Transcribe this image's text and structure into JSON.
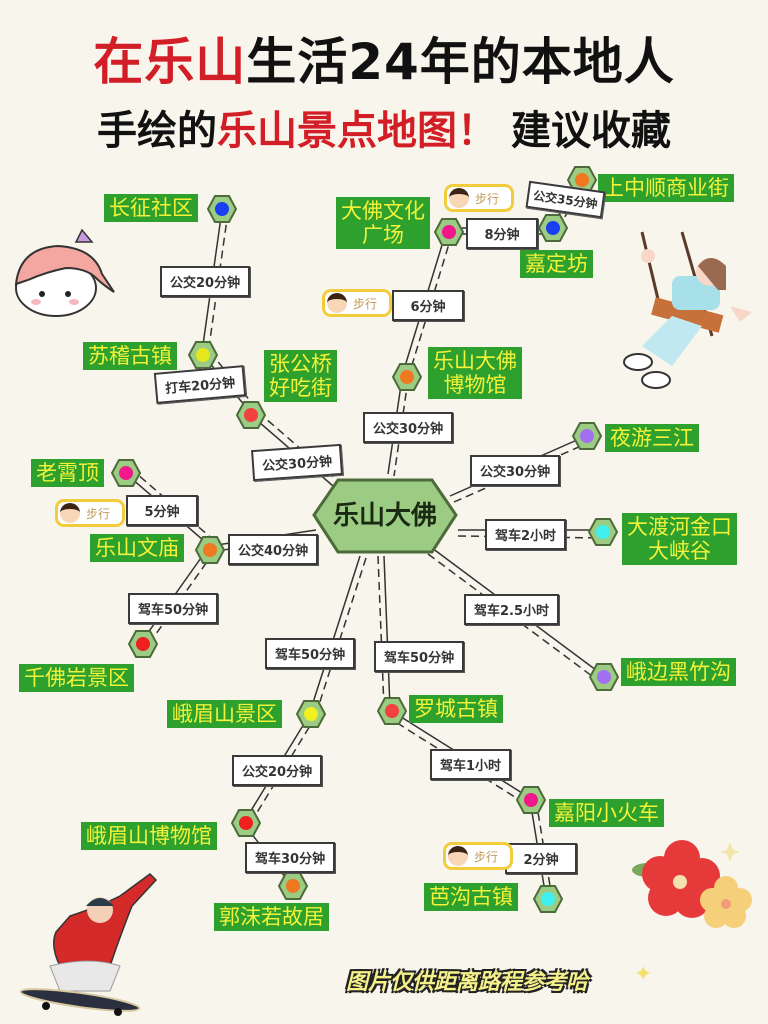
{
  "title": {
    "line1_red": "在乐山",
    "line1_black": "生活24年的本地人",
    "line2_black_a": "手绘的",
    "line2_red": "乐山景点地图！",
    "line2_black_b": "建议收藏"
  },
  "center": {
    "label": "乐山大佛"
  },
  "places": [
    {
      "id": "changzheng",
      "label": "长征社区",
      "node_color": "#1a3ef0"
    },
    {
      "id": "suji",
      "label": "苏稽古镇",
      "node_color": "#e6e61e"
    },
    {
      "id": "zhanggongqiao",
      "label": "张公桥\n好吃街",
      "node_color": "#f04040"
    },
    {
      "id": "dafo_square",
      "label": "大佛文化\n广场",
      "node_color": "#f0188a"
    },
    {
      "id": "jiadingfang",
      "label": "嘉定坊",
      "node_color": "#1a3ef0"
    },
    {
      "id": "shangzhongshun",
      "label": "上中顺商业街",
      "node_color": "#f07820"
    },
    {
      "id": "dafo_museum",
      "label": "乐山大佛\n博物馆",
      "node_color": "#f07820"
    },
    {
      "id": "yeyou",
      "label": "夜游三江",
      "node_color": "#a070f0"
    },
    {
      "id": "laoxiaoding",
      "label": "老霄顶",
      "node_color": "#f0188a"
    },
    {
      "id": "wenmiao",
      "label": "乐山文庙",
      "node_color": "#f07820"
    },
    {
      "id": "dadu",
      "label": "大渡河金口\n大峡谷",
      "node_color": "#40f0f0"
    },
    {
      "id": "qianfoyan",
      "label": "千佛岩景区",
      "node_color": "#f02020"
    },
    {
      "id": "heizhugou",
      "label": "峨边黑竹沟",
      "node_color": "#a070f0"
    },
    {
      "id": "emeishan",
      "label": "峨眉山景区",
      "node_color": "#f0f020"
    },
    {
      "id": "luocheng",
      "label": "罗城古镇",
      "node_color": "#f04040"
    },
    {
      "id": "em_museum",
      "label": "峨眉山博物馆",
      "node_color": "#f02020"
    },
    {
      "id": "jiayang",
      "label": "嘉阳小火车",
      "node_color": "#f0188a"
    },
    {
      "id": "guomoruo",
      "label": "郭沫若故居",
      "node_color": "#f07820"
    },
    {
      "id": "bagou",
      "label": "芭沟古镇",
      "node_color": "#40f0f0"
    }
  ],
  "routes": [
    {
      "label": "公交20分钟"
    },
    {
      "label": "打车20分钟"
    },
    {
      "label": "公交30分钟"
    },
    {
      "label": "6分钟",
      "walk": true
    },
    {
      "label": "8分钟",
      "walk": true
    },
    {
      "label": "公交35分钟"
    },
    {
      "label": "公交30分钟"
    },
    {
      "label": "公交30分钟"
    },
    {
      "label": "5分钟",
      "walk": true
    },
    {
      "label": "公交40分钟"
    },
    {
      "label": "驾车2小时"
    },
    {
      "label": "驾车50分钟"
    },
    {
      "label": "驾车2.5小时"
    },
    {
      "label": "驾车50分钟"
    },
    {
      "label": "驾车50分钟"
    },
    {
      "label": "公交20分钟"
    },
    {
      "label": "驾车1小时"
    },
    {
      "label": "驾车30分钟"
    },
    {
      "label": "2分钟",
      "walk": true
    }
  ],
  "walk_badge": "步行",
  "footer": "图片仅供距离路程参考哈",
  "colors": {
    "background": "#f8f5ec",
    "place_bg": "#2ea02e",
    "place_text": "#f2f23a",
    "title_red": "#d21e26",
    "node_fill": "#9ccb84"
  }
}
